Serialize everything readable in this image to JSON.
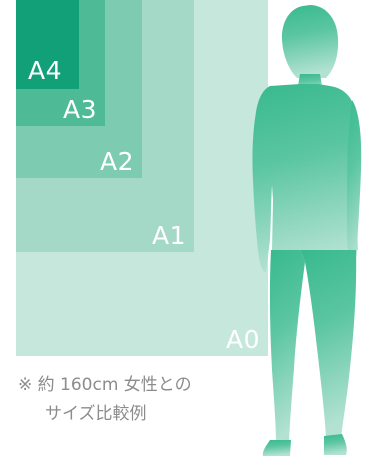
{
  "papers": [
    {
      "label": "A0",
      "color": "#c6e7dc"
    },
    {
      "label": "A1",
      "color": "#a4d9c7"
    },
    {
      "label": "A2",
      "color": "#7dcbb1"
    },
    {
      "label": "A3",
      "color": "#4ebb96"
    },
    {
      "label": "A4",
      "color": "#11a077"
    }
  ],
  "silhouette": {
    "color_top": "#38b98e",
    "color_bottom": "#b3e2d2"
  },
  "note": {
    "line1": "※ 約 160cm 女性との",
    "line2": "サイズ比較例"
  }
}
